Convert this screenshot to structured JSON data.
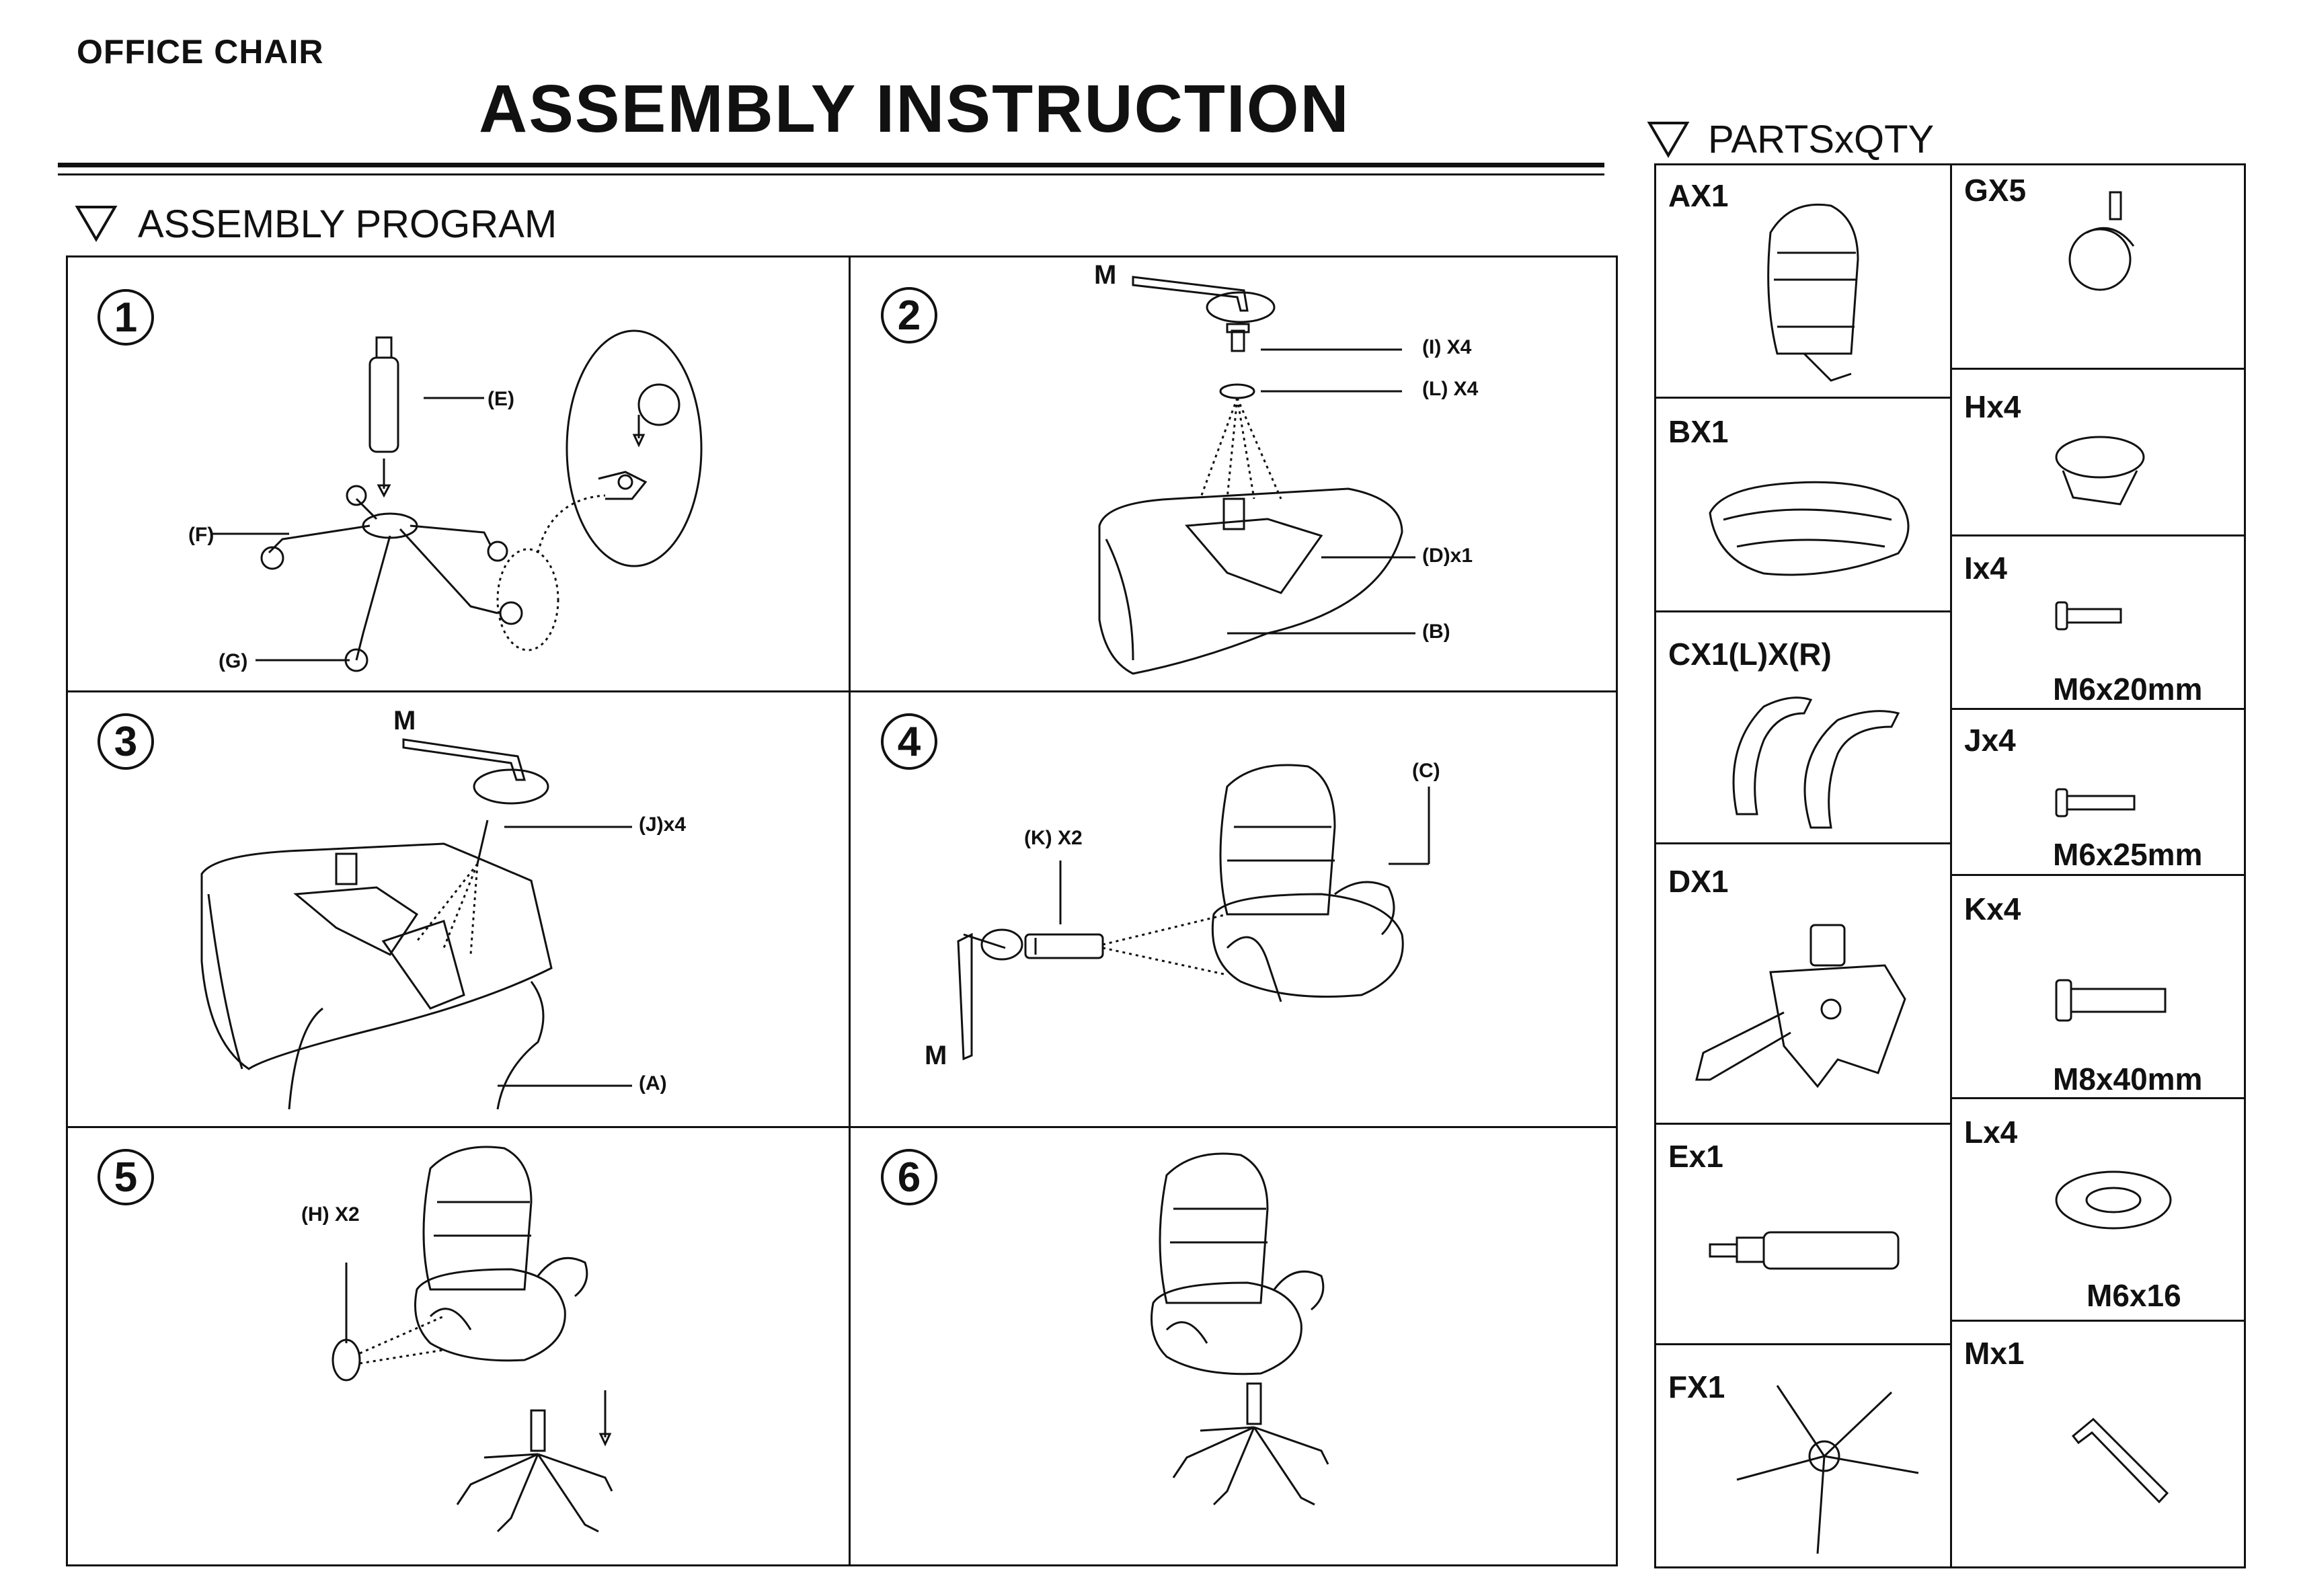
{
  "header": {
    "subtitle": "OFFICE CHAIR",
    "title": "ASSEMBLY INSTRUCTION"
  },
  "program": {
    "heading": "ASSEMBLY PROGRAM",
    "steps": [
      {
        "num": "1",
        "labels": [
          "(E)",
          "(F)",
          "(G)"
        ]
      },
      {
        "num": "2",
        "labels": [
          "M",
          "(I) X4",
          "(L) X4",
          "(D)x1",
          "(B)"
        ]
      },
      {
        "num": "3",
        "labels": [
          "M",
          "(J)x4",
          "(A)"
        ]
      },
      {
        "num": "4",
        "labels": [
          "(C)",
          "(K) X2",
          "M"
        ]
      },
      {
        "num": "5",
        "labels": [
          "(H) X2"
        ]
      },
      {
        "num": "6",
        "labels": []
      }
    ]
  },
  "parts": {
    "heading": "PARTSxQTY",
    "left": [
      {
        "code": "AX1",
        "icon": "backrest-icon"
      },
      {
        "code": "BX1",
        "icon": "seat-icon"
      },
      {
        "code": "CX1(L)X(R)",
        "icon": "armrest-icon"
      },
      {
        "code": "DX1",
        "icon": "mechanism-icon"
      },
      {
        "code": "Ex1",
        "icon": "gas-cylinder-icon"
      },
      {
        "code": "FX1",
        "icon": "star-base-icon"
      }
    ],
    "right": [
      {
        "code": "GX5",
        "size": "",
        "icon": "caster-icon"
      },
      {
        "code": "Hx4",
        "size": "",
        "icon": "cap-icon"
      },
      {
        "code": "Ix4",
        "size": "M6x20mm",
        "icon": "bolt-icon"
      },
      {
        "code": "Jx4",
        "size": "M6x25mm",
        "icon": "bolt-icon"
      },
      {
        "code": "Kx4",
        "size": "M8x40mm",
        "icon": "bolt-icon"
      },
      {
        "code": "Lx4",
        "size": "M6x16",
        "icon": "washer-icon"
      },
      {
        "code": "Mx1",
        "size": "",
        "icon": "allen-key-icon"
      }
    ]
  }
}
